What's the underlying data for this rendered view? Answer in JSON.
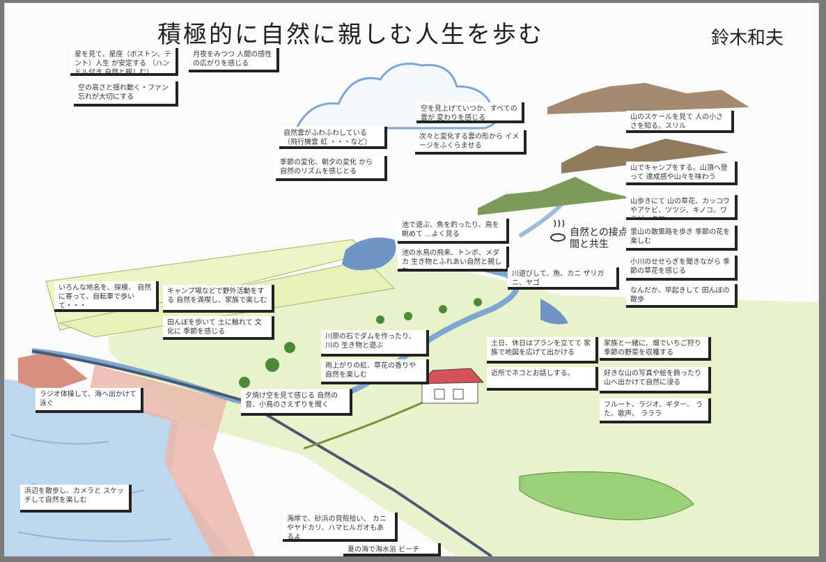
{
  "title": "積極的に自然に親しむ人生を歩む",
  "author": "鈴木和夫",
  "center_label": "自然との接点 人間と共生",
  "notes": [
    {
      "id": "n1",
      "text": "星を見て、星座（ボストン、テント）人生 が安定する （ハンドル付き 自然と親しむ）"
    },
    {
      "id": "n2",
      "text": "月夜をみつつ 人間の感性 の広がりを感じる"
    },
    {
      "id": "n3",
      "text": "空の高さと揺れ動く・ファン 忘れが大切にする"
    },
    {
      "id": "n4",
      "text": "空を見上げていつか、すべての雲が 変わりを感じる"
    },
    {
      "id": "n5",
      "text": "自然雲がふわふわしている （飛行機雲 虹 ・・・など）"
    },
    {
      "id": "n6",
      "text": "次々と変化する雲の形から イメージをふくらませる"
    },
    {
      "id": "n7",
      "text": "季節の変化、朝夕の変化 から 自然のリズムを感じとる"
    },
    {
      "id": "n8",
      "text": "山のスケールを見て 人の小ささを知る。スリル"
    },
    {
      "id": "n9",
      "text": "山でキャンプをする。山頂へ登って 達成感や山々を味わう"
    },
    {
      "id": "n10",
      "text": "山歩きにて 山の草花、カッコウやアケビ、ツツジ、キノコ、ワラビ、クワ"
    },
    {
      "id": "n11",
      "text": "池で遊ぶ、魚を釣ったり、鳥を眺めて ...よく見る"
    },
    {
      "id": "n12",
      "text": "里山の散策路を歩き 季節の花を楽しむ"
    },
    {
      "id": "n13",
      "text": "池の水鳥の飛来、トンボ、メダカ 生き物とふれあい自然と親しむ"
    },
    {
      "id": "n14",
      "text": "小川のせせらぎを聞きながら 季節の草花を感じる"
    },
    {
      "id": "n15",
      "text": "川遊びして、魚、カニ ザリガニ、ヤゴ"
    },
    {
      "id": "n16",
      "text": "なんだか、早起きして 田んぼの散歩"
    },
    {
      "id": "n17",
      "text": "いろんな地名を、探検、 自然に寄って、自転車で歩いて・・・"
    },
    {
      "id": "n18",
      "text": "キャンプ場などで野外活動をする 自然を満喫し、家族で楽しむ"
    },
    {
      "id": "n19",
      "text": "田んぼを歩いて 土に触れて 文化に 季節を感じる"
    },
    {
      "id": "n20",
      "text": "川原の石でダムを作ったり、川の 生き物と遊ぶ"
    },
    {
      "id": "n21",
      "text": "土日、休日はプランを立てて 家族で地図を広げて出かける"
    },
    {
      "id": "n22",
      "text": "家族と一緒に、畑でいちご狩り 季節の野菜を収穫する"
    },
    {
      "id": "n23",
      "text": "雨上がりの虹、草花の香りや 自然を楽しむ"
    },
    {
      "id": "n24",
      "text": "近所でネコとお話しする。"
    },
    {
      "id": "n25",
      "text": "好きな山の写真や絵を飾ったり 山へ出かけて自然に浸る"
    },
    {
      "id": "n26",
      "text": "夕焼け空を見て感じる 自然の音、小鳥のさえずりを聞く"
    },
    {
      "id": "n27",
      "text": "フルート、ラジオ、ギター、 うた、歌声、 ラララ"
    },
    {
      "id": "n28",
      "text": "ラジオ体操して、海へ出かけて 泳ぐ"
    },
    {
      "id": "n29",
      "text": "海岸で、砂浜の貝殻拾い、 カニやヤドカリ、ハマヒルガオもあるよ"
    },
    {
      "id": "n30",
      "text": "浜辺を散歩し、カメラと スケッチして自然を楽しむ"
    },
    {
      "id": "n31",
      "text": "夏の海で海水浴 ビーチ"
    }
  ]
}
